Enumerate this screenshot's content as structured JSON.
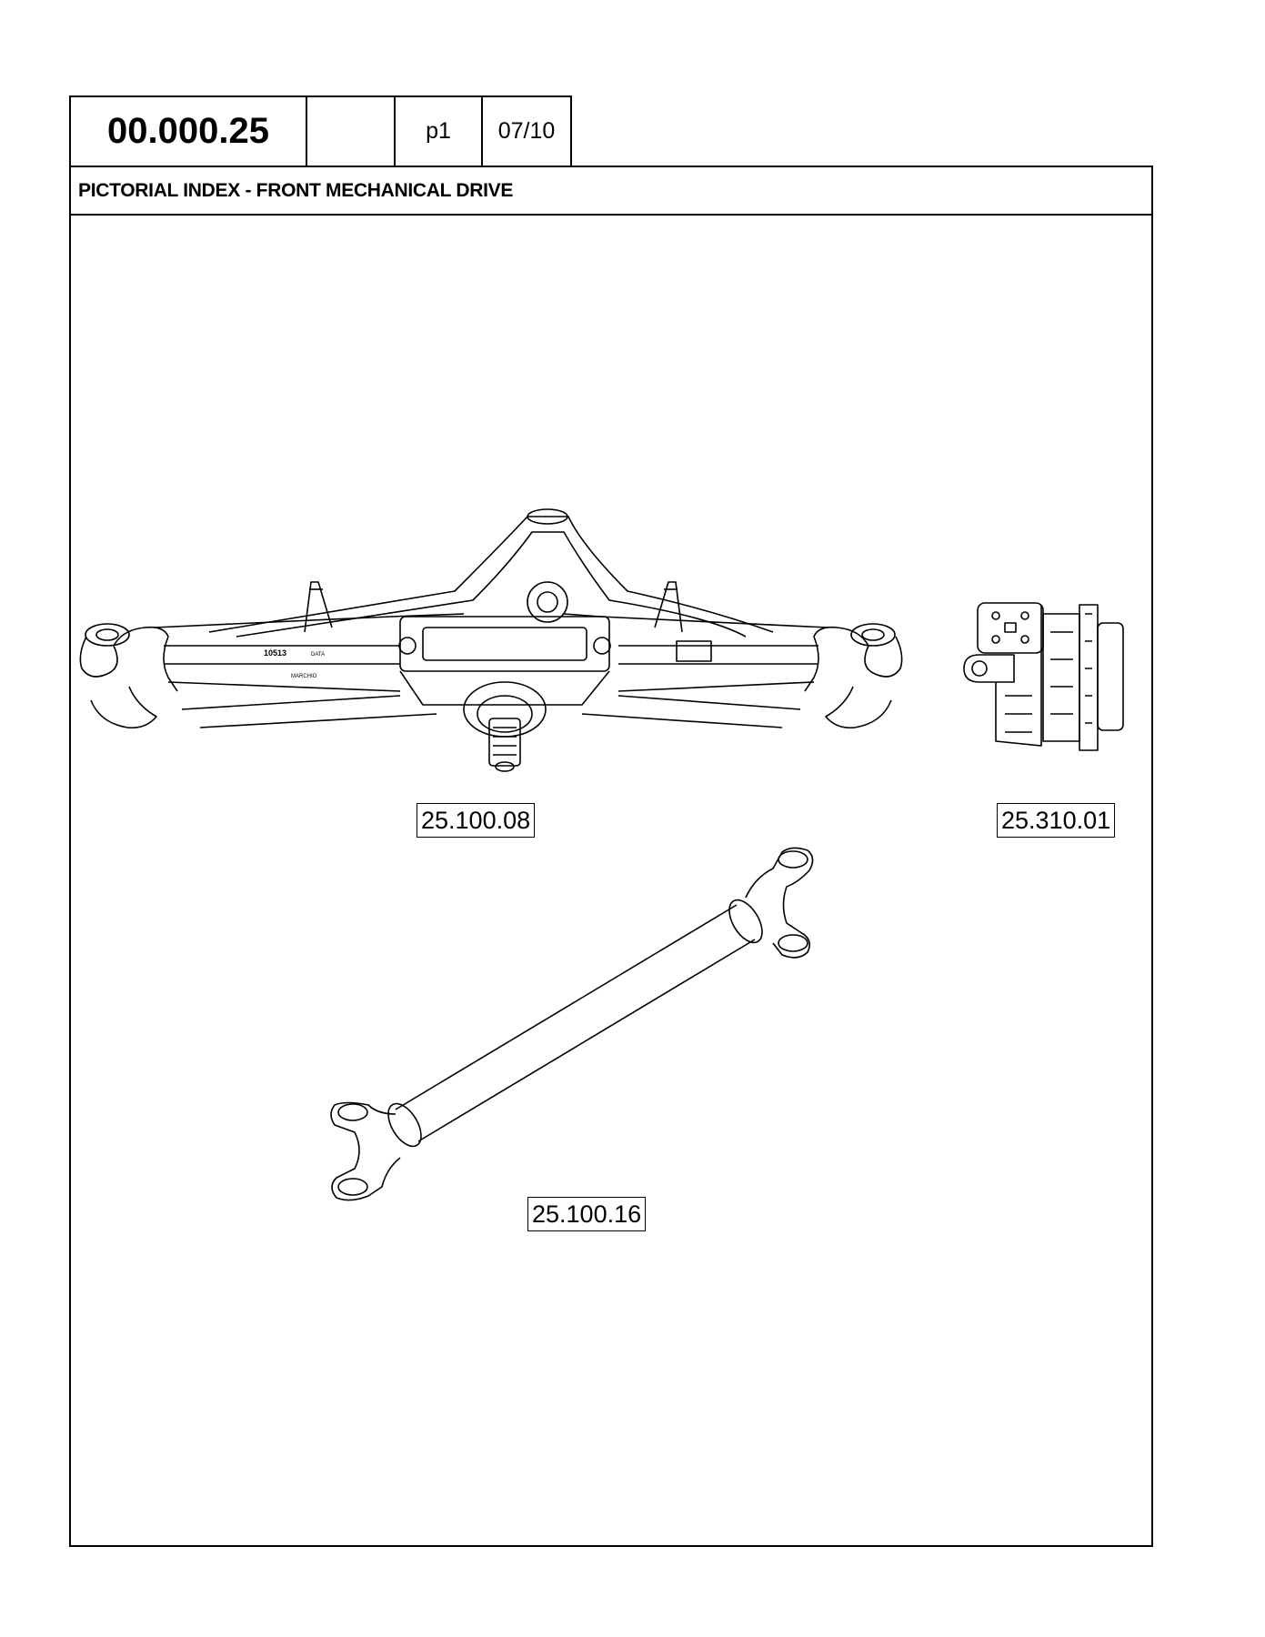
{
  "header": {
    "code": "00.000.25",
    "blank": "",
    "page": "p1",
    "date": "07/10"
  },
  "title": "PICTORIAL INDEX - FRONT MECHANICAL DRIVE",
  "references": {
    "axle": "25.100.08",
    "hub": "25.310.01",
    "shaft": "25.100.16"
  },
  "axle_markings": {
    "code": "10513",
    "data": "DATA",
    "marchio": "MARCHIO"
  }
}
